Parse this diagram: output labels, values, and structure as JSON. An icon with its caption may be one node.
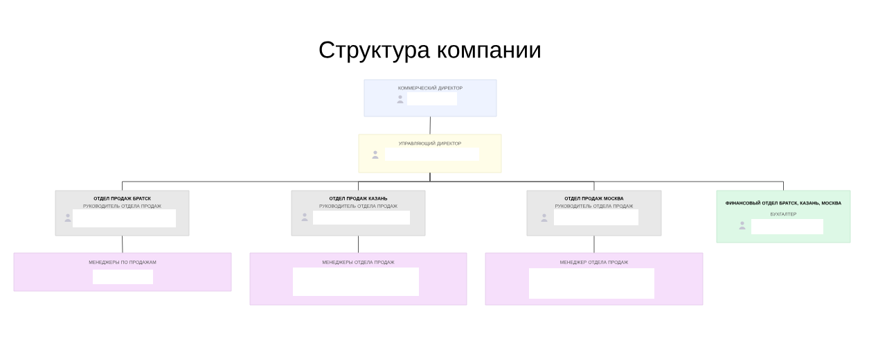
{
  "diagram": {
    "title": "Структура компании",
    "nodes": [
      {
        "text": [
          "КОММЕРЧЕСКИЙ ДИРЕКТОР"
        ]
      },
      {
        "text": [
          "УПРАВЛЯЮЩИЙ ДИРЕКТОР"
        ]
      },
      {
        "text": [
          "ОТДЕЛ ПРОДАЖ БРАТСК",
          "РУКОВОДИТЕЛЬ ОТДЕЛА ПРОДАЖ"
        ]
      },
      {
        "text": [
          "ОТДЕЛ ПРОДАЖ КАЗАНЬ",
          "РУКОВОДИТЕЛЬ ОТДЕЛА ПРОДАЖ"
        ]
      },
      {
        "text": [
          "ОТДЕЛ ПРОДАЖ МОСКВА",
          "РУКОВОДИТЕЛЬ ОТДЕЛА ПРОДАЖ"
        ]
      },
      {
        "text": [
          "ФИНАНСОВЫЙ ОТДЕЛ БРАТСК, КАЗАНЬ, МОСКВА",
          "БУХГАЛТЕР"
        ]
      },
      {
        "text": [
          "МЕНЕДЖЕРЫ ПО ПРОДАЖАМ"
        ]
      },
      {
        "text": [
          "МЕНЕДЖЕРЫ ОТДЕЛА ПРОДАЖ"
        ]
      },
      {
        "text": [
          "МЕНЕДЖЕР ОТДЕЛА ПРОДАЖ"
        ]
      }
    ],
    "edges": [
      {
        "from": 0,
        "to": 1,
        "arrow": "none"
      },
      {
        "from": 1,
        "to": 2,
        "arrow": "none"
      },
      {
        "from": 1,
        "to": 3,
        "arrow": "none"
      },
      {
        "from": 1,
        "to": 4,
        "arrow": "none"
      },
      {
        "from": 1,
        "to": 5,
        "arrow": "none"
      },
      {
        "from": 2,
        "to": 6,
        "arrow": "none"
      },
      {
        "from": 3,
        "to": 7,
        "arrow": "none"
      },
      {
        "from": 4,
        "to": 8,
        "arrow": "none"
      }
    ]
  }
}
